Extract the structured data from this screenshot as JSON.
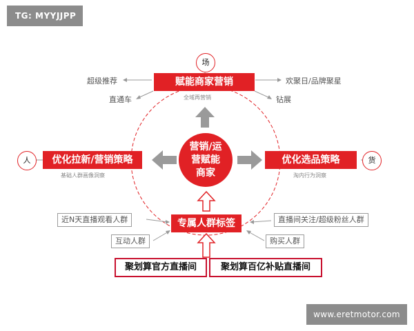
{
  "watermark_top": "TG: MYYJJPP",
  "watermark_bottom": "www.eretmotor.com",
  "roles": {
    "top": "场",
    "left": "人",
    "right": "货"
  },
  "center": {
    "line1": "营销/运",
    "line2": "营赋能",
    "line3": "商家"
  },
  "top_box": {
    "label": "赋能商家营销",
    "caption": "全域再营销"
  },
  "left_box": {
    "label": "优化拉新/营销策略",
    "caption": "基础人群画像洞察"
  },
  "right_box": {
    "label": "优化选品策略",
    "caption": "淘内行为洞察"
  },
  "bottom_box": {
    "label": "专属人群标签"
  },
  "top_left_items": [
    "超级推荐",
    "直通车"
  ],
  "top_right_items": [
    "欢聚日/品牌聚星",
    "钻展"
  ],
  "bottom_left_items": [
    "近N天直播观看人群",
    "互动人群"
  ],
  "bottom_right_items": [
    "直播间关注/超级粉丝人群",
    "购买人群"
  ],
  "sources": [
    "聚划算官方直播间",
    "聚划算百亿补贴直播间"
  ],
  "colors": {
    "accent": "#e12125",
    "arrow_gray": "#9a9a9a",
    "text_gray": "#555555"
  }
}
